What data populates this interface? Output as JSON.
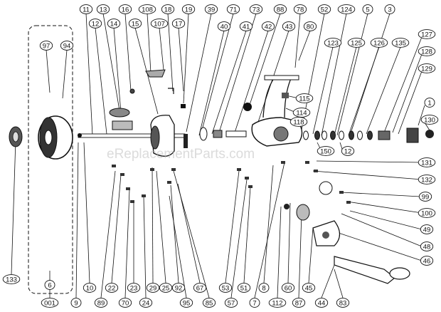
{
  "watermark": "eReplacementParts.com",
  "top_labels": [
    "11",
    "13",
    "16",
    "108",
    "18",
    "19",
    "39",
    "71",
    "73",
    "88",
    "78",
    "52",
    "124",
    "5",
    "3",
    "12",
    "14",
    "15",
    "107",
    "17",
    "40",
    "41",
    "42",
    "43",
    "80",
    "123",
    "125",
    "126",
    "135",
    "97",
    "94"
  ],
  "right_labels": [
    "127",
    "128",
    "129",
    "1",
    "130",
    "131",
    "132",
    "99",
    "100",
    "49",
    "48",
    "46"
  ],
  "bottom_labels": [
    "133",
    "001",
    "9",
    "10",
    "89",
    "22",
    "70",
    "23",
    "24",
    "29",
    "25",
    "92",
    "95",
    "67",
    "85",
    "53",
    "57",
    "51",
    "8",
    "7",
    "112",
    "60",
    "87",
    "45",
    "44",
    "83"
  ],
  "inline_labels": [
    "115",
    "114",
    "118",
    "6",
    "150",
    "12"
  ]
}
